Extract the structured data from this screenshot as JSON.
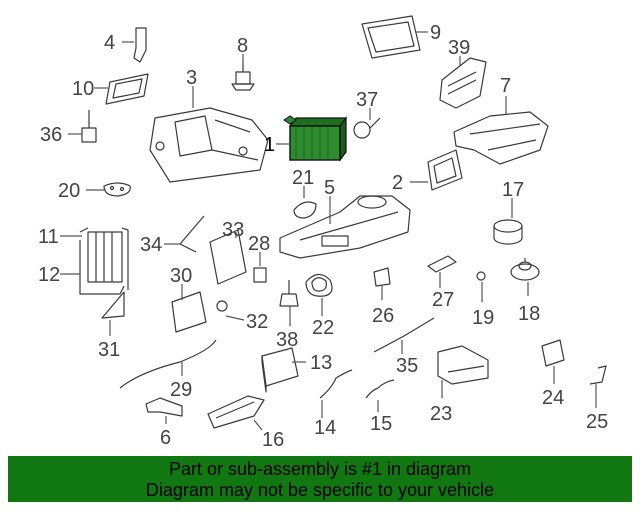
{
  "diagram": {
    "highlight_color": "#2e8b2e",
    "callouts": [
      "1",
      "2",
      "3",
      "4",
      "5",
      "6",
      "7",
      "8",
      "9",
      "10",
      "11",
      "12",
      "13",
      "14",
      "15",
      "16",
      "17",
      "18",
      "19",
      "20",
      "21",
      "22",
      "23",
      "24",
      "25",
      "26",
      "27",
      "28",
      "29",
      "30",
      "31",
      "32",
      "33",
      "34",
      "35",
      "36",
      "37",
      "38",
      "39"
    ]
  },
  "banner": {
    "line1": "Part or sub-assembly is #1 in diagram",
    "line2": "Diagram may not be specific to your vehicle",
    "color": "#117711"
  }
}
